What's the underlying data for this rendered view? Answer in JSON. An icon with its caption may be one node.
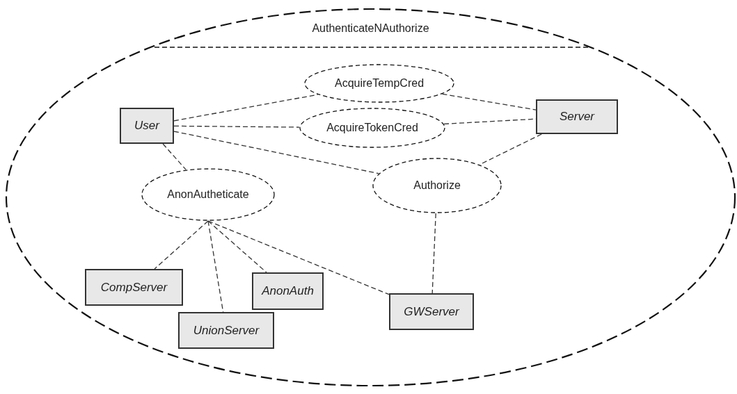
{
  "diagram": {
    "nodes": [
      {
        "text": [
          "AuthenticateNAuthorize"
        ]
      },
      {
        "text": [
          "AcquireTempCred"
        ],
        "in": 0
      },
      {
        "text": [
          "User"
        ],
        "in": 0
      },
      {
        "text": [
          "AcquireTokenCred"
        ],
        "in": 0
      },
      {
        "text": [
          "Server"
        ],
        "in": 0
      },
      {
        "text": [
          "AnonAutheticate"
        ],
        "in": 0
      },
      {
        "text": [
          "Authorize"
        ],
        "in": 0
      },
      {
        "text": [
          "CompServer"
        ],
        "in": 0
      },
      {
        "text": [
          "AnonAuth"
        ],
        "in": 0
      },
      {
        "text": [
          "UnionServer"
        ],
        "in": 0
      },
      {
        "text": [
          "GWServer"
        ],
        "in": 0
      }
    ],
    "edges": [
      {
        "from": 2,
        "to": 1,
        "arrow": "none",
        "style": "dashed"
      },
      {
        "from": 1,
        "to": 4,
        "arrow": "none",
        "style": "dashed"
      },
      {
        "from": 2,
        "to": 3,
        "arrow": "none",
        "style": "dashed"
      },
      {
        "from": 3,
        "to": 4,
        "arrow": "none",
        "style": "dashed"
      },
      {
        "from": 2,
        "to": 6,
        "arrow": "none",
        "style": "dashed"
      },
      {
        "from": 4,
        "to": 6,
        "arrow": "none",
        "style": "dashed"
      },
      {
        "from": 2,
        "to": 5,
        "arrow": "none",
        "style": "dashed"
      },
      {
        "from": 5,
        "to": 7,
        "arrow": "none",
        "style": "dashed"
      },
      {
        "from": 5,
        "to": 9,
        "arrow": "none",
        "style": "dashed"
      },
      {
        "from": 5,
        "to": 8,
        "arrow": "none",
        "style": "dashed"
      },
      {
        "from": 5,
        "to": 10,
        "arrow": "none",
        "style": "dashed"
      },
      {
        "from": 6,
        "to": 10,
        "arrow": "none",
        "style": "dashed"
      }
    ]
  }
}
